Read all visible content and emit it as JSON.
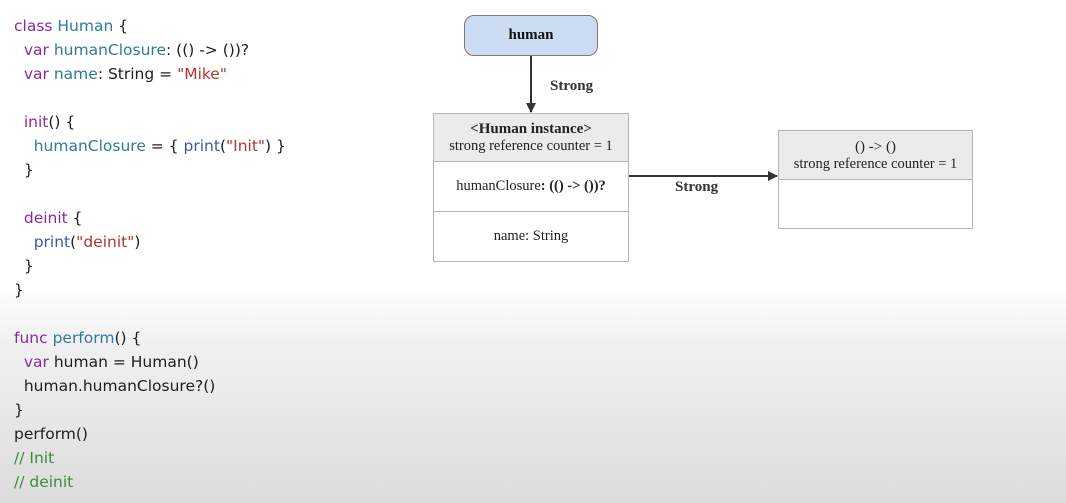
{
  "code": {
    "lines": [
      [
        {
          "t": "class ",
          "c": "kw"
        },
        {
          "t": "Human",
          "c": "tp"
        },
        {
          "t": " {",
          "c": ""
        }
      ],
      [
        {
          "t": "  ",
          "c": ""
        },
        {
          "t": "var ",
          "c": "kw"
        },
        {
          "t": "humanClosure",
          "c": "tp"
        },
        {
          "t": ": (() -> ())?",
          "c": ""
        }
      ],
      [
        {
          "t": "  ",
          "c": ""
        },
        {
          "t": "var ",
          "c": "kw"
        },
        {
          "t": "name",
          "c": "tp"
        },
        {
          "t": ": String = ",
          "c": ""
        },
        {
          "t": "\"Mike\"",
          "c": "st"
        }
      ],
      [],
      [
        {
          "t": "  ",
          "c": ""
        },
        {
          "t": "init",
          "c": "kw"
        },
        {
          "t": "() {",
          "c": ""
        }
      ],
      [
        {
          "t": "    ",
          "c": ""
        },
        {
          "t": "humanClosure",
          "c": "tp"
        },
        {
          "t": " = { ",
          "c": ""
        },
        {
          "t": "print",
          "c": "fn"
        },
        {
          "t": "(",
          "c": ""
        },
        {
          "t": "\"Init\"",
          "c": "st"
        },
        {
          "t": ") }",
          "c": ""
        }
      ],
      [
        {
          "t": "  }",
          "c": ""
        }
      ],
      [],
      [
        {
          "t": "  ",
          "c": ""
        },
        {
          "t": "deinit",
          "c": "kw"
        },
        {
          "t": " {",
          "c": ""
        }
      ],
      [
        {
          "t": "    ",
          "c": ""
        },
        {
          "t": "print",
          "c": "fn"
        },
        {
          "t": "(",
          "c": ""
        },
        {
          "t": "\"deinit\"",
          "c": "st"
        },
        {
          "t": ")",
          "c": ""
        }
      ],
      [
        {
          "t": "  }",
          "c": ""
        }
      ],
      [
        {
          "t": "}",
          "c": ""
        }
      ],
      [],
      [
        {
          "t": "func ",
          "c": "kw"
        },
        {
          "t": "perform",
          "c": "tp"
        },
        {
          "t": "() {",
          "c": ""
        }
      ],
      [
        {
          "t": "  ",
          "c": ""
        },
        {
          "t": "var ",
          "c": "kw"
        },
        {
          "t": "human = Human()",
          "c": ""
        }
      ],
      [
        {
          "t": "  human.humanClosure?()",
          "c": ""
        }
      ],
      [
        {
          "t": "}",
          "c": ""
        }
      ],
      [
        {
          "t": "perform()",
          "c": ""
        }
      ],
      [
        {
          "t": "// Init",
          "c": "cm"
        }
      ],
      [
        {
          "t": "// deinit",
          "c": "cm"
        }
      ]
    ]
  },
  "diagram": {
    "human_box": "human",
    "arrow_label_1": "Strong",
    "arrow_label_2": "Strong",
    "instance": {
      "title": "<Human instance>",
      "counter": "strong reference counter = 1",
      "closure_property_name": "humanClosure",
      "closure_property_type": ": (() -> ())?",
      "name_property": "name: String"
    },
    "closure": {
      "title": "() -> ()",
      "counter": "strong reference counter = 1"
    }
  },
  "colors": {
    "keyword": "#8b2a9e",
    "type": "#2f7a9a",
    "function": "#3d58a6",
    "string": "#b0372c",
    "comment": "#3d8a3d",
    "human_box_fill": "#ccdcf2"
  }
}
